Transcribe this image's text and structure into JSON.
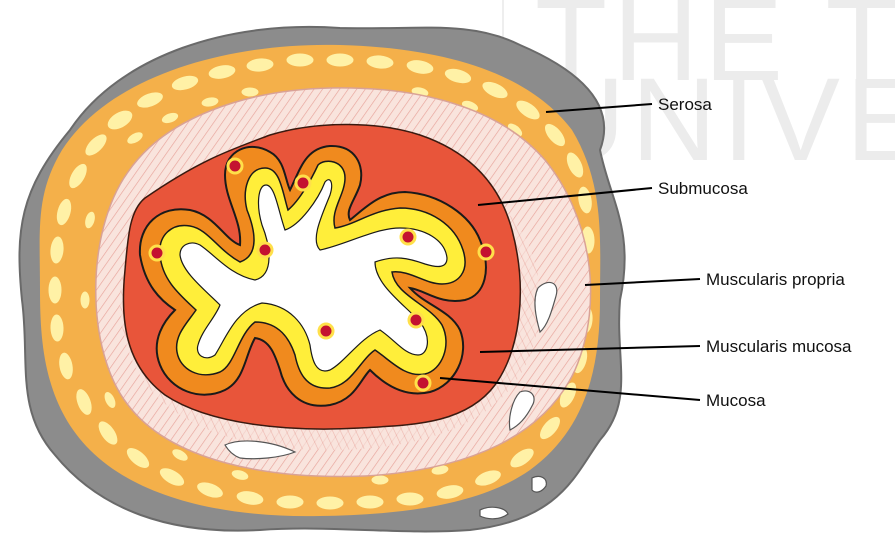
{
  "watermark": {
    "line1": "THE T",
    "line2": "UNIVE"
  },
  "labels": [
    {
      "key": "serosa",
      "text": "Serosa"
    },
    {
      "key": "submucosa",
      "text": "Submucosa"
    },
    {
      "key": "muscularis_propria",
      "text": "Muscularis propria"
    },
    {
      "key": "muscularis_mucosa",
      "text": "Muscularis mucosa"
    },
    {
      "key": "mucosa",
      "text": "Mucosa"
    }
  ],
  "colors": {
    "serosa": "#8a8a8a",
    "muscularis_outer": "#f4b04a",
    "yellow_cells": "#fff1a6",
    "muscle_pink": "#f7dcd4",
    "submucosa_red": "#e8553a",
    "mucosa_orange": "#f08a1e",
    "mucosa_yellow": "#ffee3a",
    "lumen": "#ffffff",
    "gland_dot": "#c41230"
  }
}
